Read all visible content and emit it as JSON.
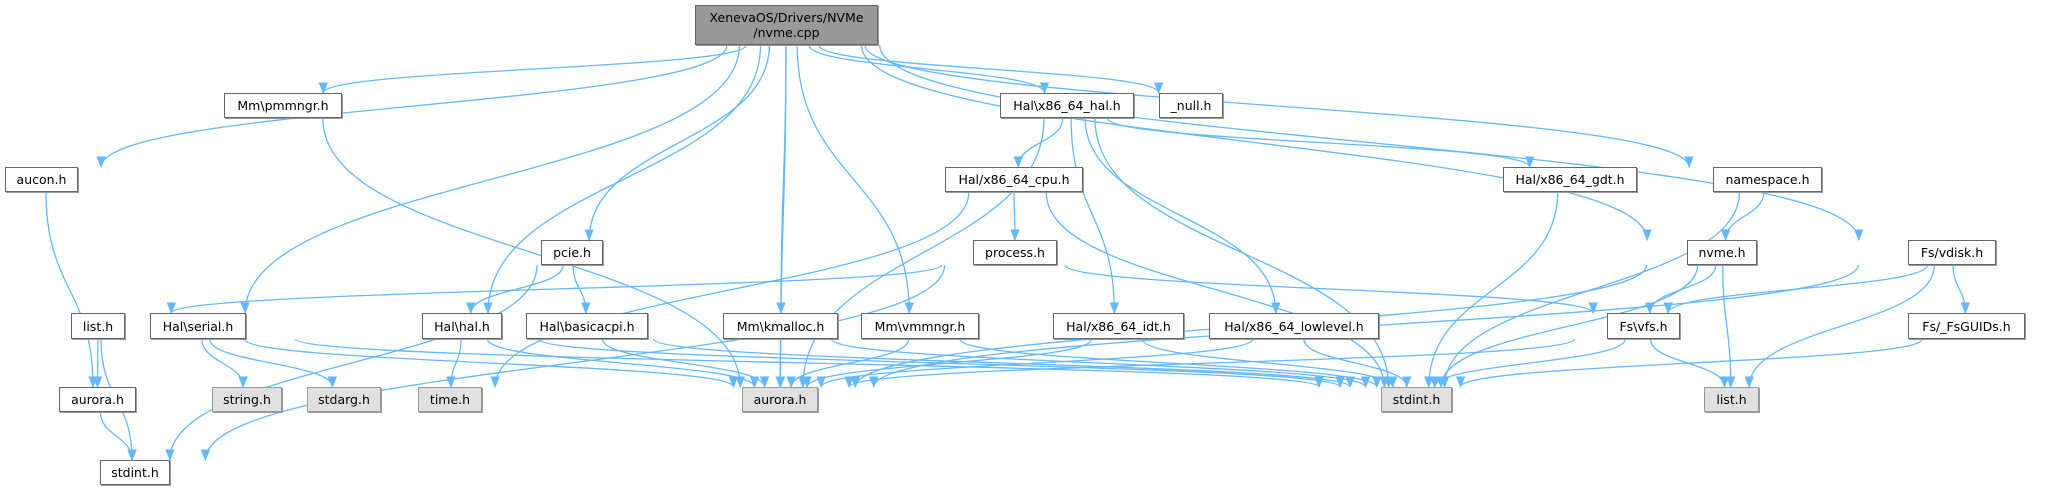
{
  "graph": {
    "nodes": {
      "root": {
        "label": "XenevaOS/Drivers/NVMe\n/nvme.cpp",
        "kind": "root"
      },
      "pmmngr": {
        "label": "Mm\\pmmngr.h",
        "kind": "doc"
      },
      "aucon": {
        "label": "aucon.h",
        "kind": "doc"
      },
      "pcie": {
        "label": "pcie.h",
        "kind": "doc"
      },
      "list_l": {
        "label": "list.h",
        "kind": "doc"
      },
      "serial": {
        "label": "Hal\\serial.h",
        "kind": "doc"
      },
      "hal": {
        "label": "Hal\\hal.h",
        "kind": "doc"
      },
      "basicacpi": {
        "label": "Hal\\basicacpi.h",
        "kind": "doc"
      },
      "kmalloc": {
        "label": "Mm\\kmalloc.h",
        "kind": "doc"
      },
      "vmmngr": {
        "label": "Mm\\vmmngr.h",
        "kind": "doc"
      },
      "aurora_l": {
        "label": "aurora.h",
        "kind": "doc"
      },
      "string": {
        "label": "string.h",
        "kind": "ext"
      },
      "stdarg": {
        "label": "stdarg.h",
        "kind": "ext"
      },
      "time": {
        "label": "time.h",
        "kind": "ext"
      },
      "aurora_c": {
        "label": "aurora.h",
        "kind": "ext"
      },
      "stdint_l": {
        "label": "stdint.h",
        "kind": "doc"
      },
      "x86hal": {
        "label": "Hal\\x86_64_hal.h",
        "kind": "doc"
      },
      "null": {
        "label": "_null.h",
        "kind": "doc"
      },
      "cpu": {
        "label": "Hal/x86_64_cpu.h",
        "kind": "doc"
      },
      "process": {
        "label": "process.h",
        "kind": "doc"
      },
      "gdt": {
        "label": "Hal/x86_64_gdt.h",
        "kind": "doc"
      },
      "namespace": {
        "label": "namespace.h",
        "kind": "doc"
      },
      "nvmeh": {
        "label": "nvme.h",
        "kind": "doc"
      },
      "vdisk": {
        "label": "Fs/vdisk.h",
        "kind": "doc"
      },
      "idt": {
        "label": "Hal/x86_64_idt.h",
        "kind": "doc"
      },
      "lowlevel": {
        "label": "Hal/x86_64_lowlevel.h",
        "kind": "doc"
      },
      "vfs": {
        "label": "Fs\\vfs.h",
        "kind": "doc"
      },
      "fsguids": {
        "label": "Fs/_FsGUIDs.h",
        "kind": "doc"
      },
      "stdint_c": {
        "label": "stdint.h",
        "kind": "ext"
      },
      "list_r": {
        "label": "list.h",
        "kind": "ext"
      }
    },
    "edges": [
      [
        "root",
        "aucon"
      ],
      [
        "root",
        "serial"
      ],
      [
        "root",
        "pmmngr"
      ],
      [
        "root",
        "aurora_c"
      ],
      [
        "root",
        "hal"
      ],
      [
        "root",
        "pcie"
      ],
      [
        "root",
        "kmalloc"
      ],
      [
        "root",
        "vmmngr"
      ],
      [
        "root",
        "x86hal"
      ],
      [
        "root",
        "null"
      ],
      [
        "root",
        "nvmeh"
      ],
      [
        "root",
        "namespace"
      ],
      [
        "root",
        "vdisk"
      ],
      [
        "aucon",
        "aurora_l"
      ],
      [
        "pmmngr",
        "aurora_c"
      ],
      [
        "pcie",
        "stdint_l"
      ],
      [
        "pcie",
        "hal"
      ],
      [
        "pcie",
        "basicacpi"
      ],
      [
        "list_l",
        "aurora_l"
      ],
      [
        "list_l",
        "stdint_l"
      ],
      [
        "aurora_l",
        "stdint_l"
      ],
      [
        "serial",
        "string"
      ],
      [
        "serial",
        "stdarg"
      ],
      [
        "serial",
        "aurora_c"
      ],
      [
        "serial",
        "stdint_c"
      ],
      [
        "hal",
        "time"
      ],
      [
        "hal",
        "aurora_c"
      ],
      [
        "hal",
        "stdint_c"
      ],
      [
        "basicacpi",
        "aurora_c"
      ],
      [
        "basicacpi",
        "stdint_c"
      ],
      [
        "kmalloc",
        "aurora_c"
      ],
      [
        "kmalloc",
        "stdint_c"
      ],
      [
        "vmmngr",
        "aurora_c"
      ],
      [
        "vmmngr",
        "stdint_c"
      ],
      [
        "x86hal",
        "aurora_c"
      ],
      [
        "x86hal",
        "cpu"
      ],
      [
        "x86hal",
        "idt"
      ],
      [
        "x86hal",
        "lowlevel"
      ],
      [
        "x86hal",
        "stdint_c"
      ],
      [
        "x86hal",
        "gdt"
      ],
      [
        "cpu",
        "time"
      ],
      [
        "cpu",
        "process"
      ],
      [
        "cpu",
        "stdint_c"
      ],
      [
        "process",
        "list_l"
      ],
      [
        "process",
        "vfs"
      ],
      [
        "process",
        "stdint_l"
      ],
      [
        "idt",
        "aurora_c"
      ],
      [
        "idt",
        "stdint_c"
      ],
      [
        "lowlevel",
        "aurora_c"
      ],
      [
        "lowlevel",
        "stdint_c"
      ],
      [
        "gdt",
        "stdint_c"
      ],
      [
        "namespace",
        "nvmeh"
      ],
      [
        "namespace",
        "stdint_c"
      ],
      [
        "nvmeh",
        "aurora_c"
      ],
      [
        "nvmeh",
        "vfs"
      ],
      [
        "nvmeh",
        "stdint_c"
      ],
      [
        "nvmeh",
        "list_r"
      ],
      [
        "vdisk",
        "vfs"
      ],
      [
        "vdisk",
        "aurora_c"
      ],
      [
        "vdisk",
        "fsguids"
      ],
      [
        "vdisk",
        "list_r"
      ],
      [
        "vfs",
        "aurora_c"
      ],
      [
        "vfs",
        "stdint_c"
      ],
      [
        "vfs",
        "list_r"
      ],
      [
        "fsguids",
        "stdint_c"
      ]
    ],
    "colors": {
      "edge": "#63b8ff",
      "root_fill": "#999999",
      "ext_fill": "#e0e0e0"
    }
  }
}
